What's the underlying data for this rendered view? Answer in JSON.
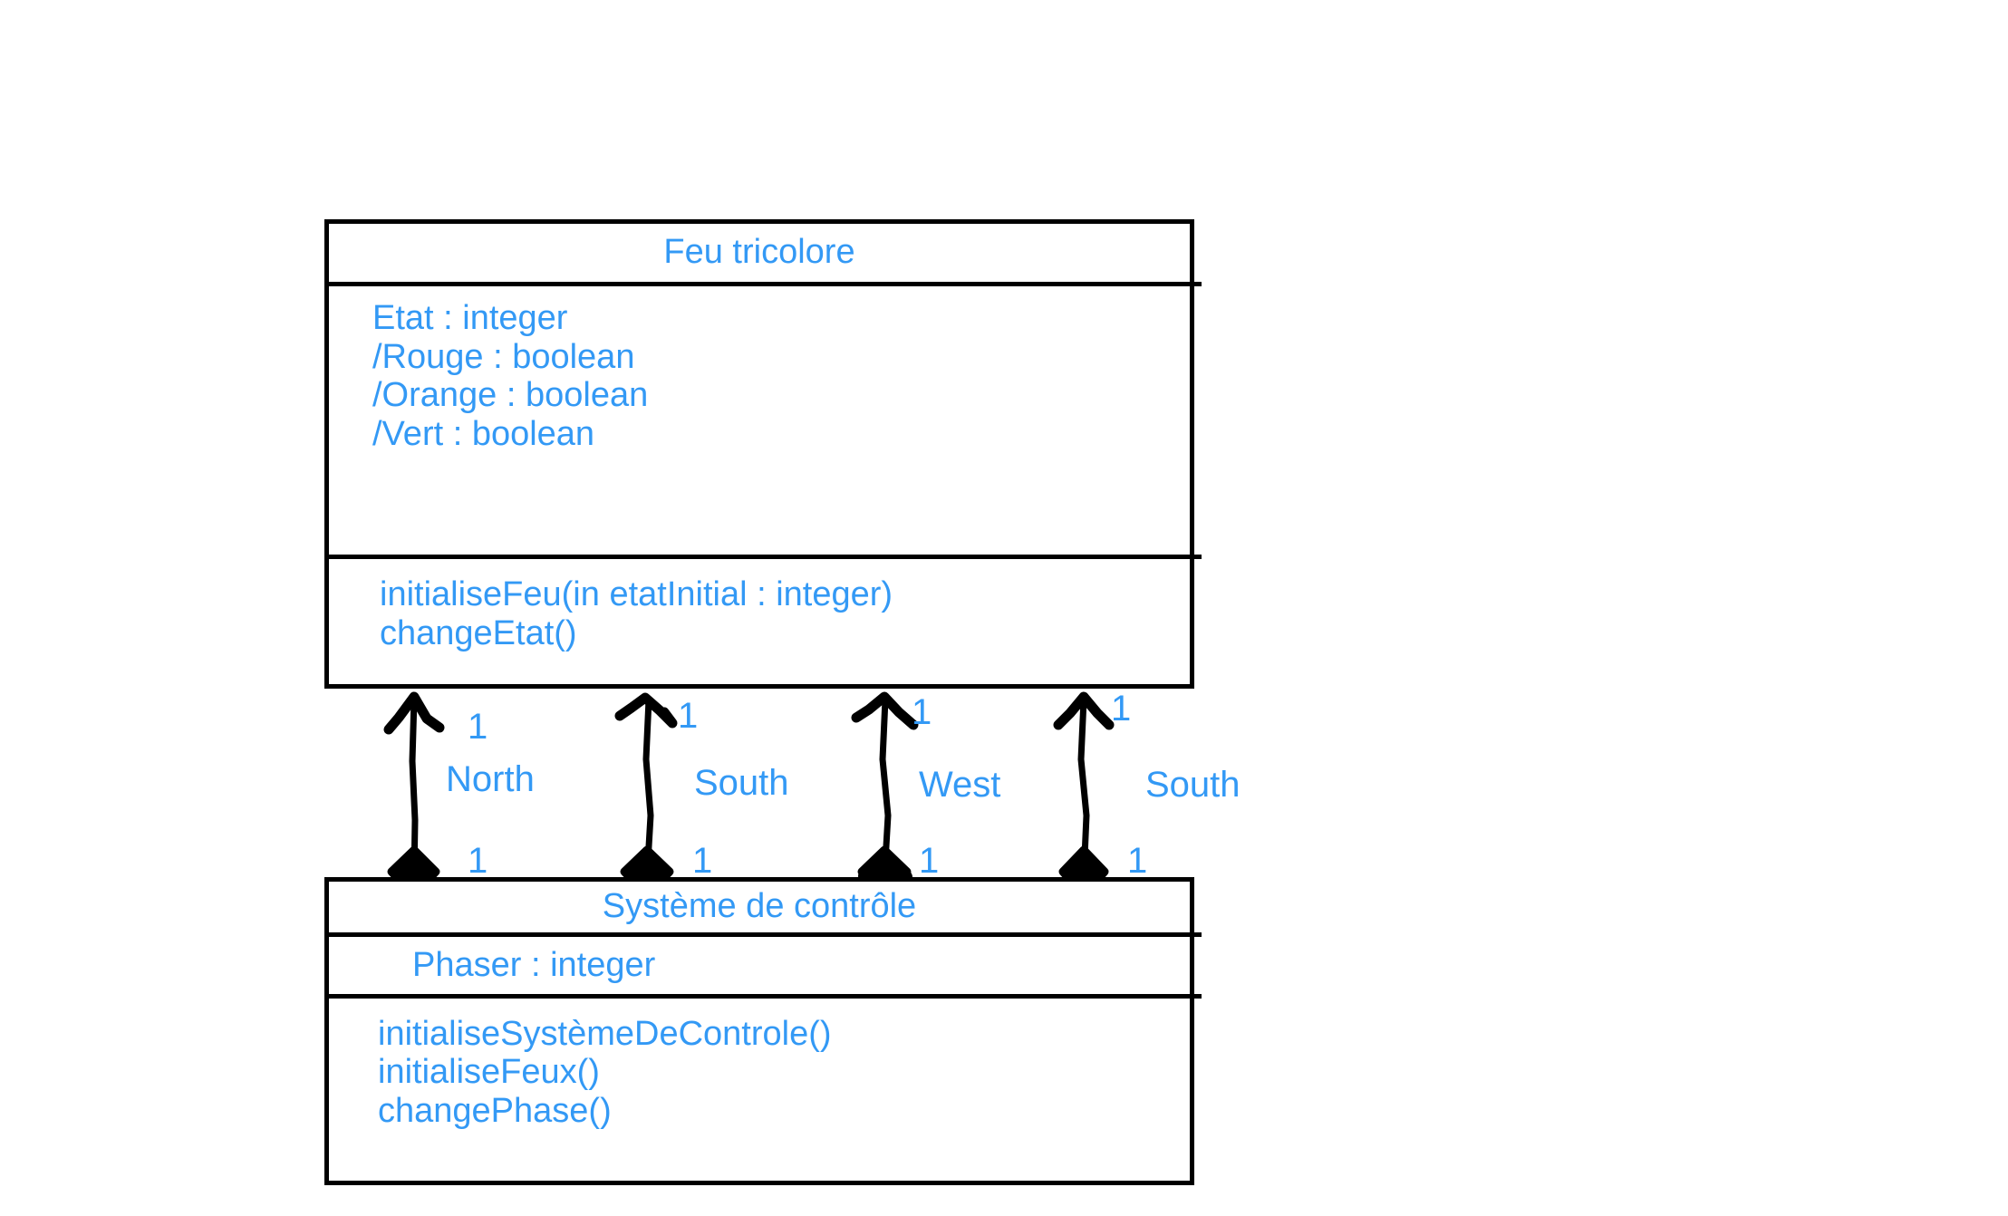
{
  "diagram": {
    "type": "uml-class-diagram",
    "background_color": "#ffffff",
    "text_color": "#3399f5",
    "line_color": "#000000"
  },
  "classes": [
    {
      "name": "Feu tricolore",
      "attributes": [
        "Etat : integer",
        "/Rouge : boolean",
        "/Orange : boolean",
        "/Vert : boolean"
      ],
      "operations": [
        "initialiseFeu(in etatInitial : integer)",
        "changeEtat()"
      ]
    },
    {
      "name": "Système de contrôle",
      "attributes": [
        "Phaser : integer"
      ],
      "operations": [
        "initialiseSystèmeDeControle()",
        "initialiseFeux()",
        "changePhase()"
      ]
    }
  ],
  "associations": [
    {
      "role": "North",
      "target_multiplicity": "1",
      "source_multiplicity": "1",
      "kind": "composition"
    },
    {
      "role": "South",
      "target_multiplicity": "1",
      "source_multiplicity": "1",
      "kind": "composition"
    },
    {
      "role": "West",
      "target_multiplicity": "1",
      "source_multiplicity": "1",
      "kind": "composition"
    },
    {
      "role": "South",
      "target_multiplicity": "1",
      "source_multiplicity": "1",
      "kind": "composition"
    }
  ]
}
